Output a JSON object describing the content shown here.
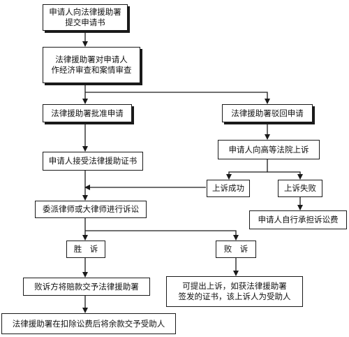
{
  "nodes": {
    "submit": "申请人向法律援助署\n提交申请书",
    "review": "法律援助署对申请人\n作经济审查和案情审查",
    "approve": "法律援助署批准申请",
    "reject": "法律援助署驳回申请",
    "appeal": "申请人向高等法院上诉",
    "accept_cert": "申请人接受法律援助证书",
    "appeal_success": "上诉成功",
    "appeal_fail": "上诉失败",
    "litigate": "委派律师或大律师进行诉讼",
    "bear_costs": "申请人自行承担诉讼费",
    "win": "胜　诉",
    "lose": "败　诉",
    "pay_damages": "败诉方将赔款交予法律援助署",
    "lose_appeal": "可提出上诉，如获法律援助署\n签发的证书，该上诉人为受助人",
    "remainder": "法律援助署在扣除讼费后将余款交予受助人"
  }
}
